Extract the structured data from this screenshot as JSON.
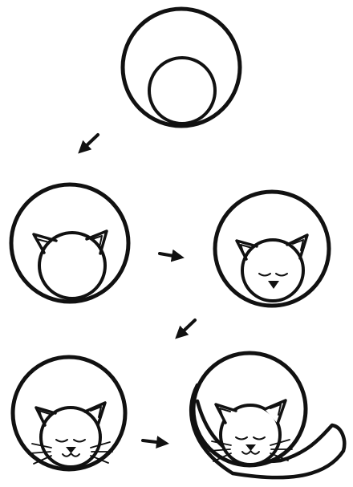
{
  "steps": [
    {
      "id": "step-1",
      "shows": [
        "outer-circle",
        "head-circle"
      ]
    },
    {
      "id": "step-2",
      "shows": [
        "outer-circle",
        "head-circle",
        "ears"
      ]
    },
    {
      "id": "step-3",
      "shows": [
        "outer-circle",
        "head-circle",
        "ears",
        "closed-eyes",
        "nose"
      ]
    },
    {
      "id": "step-4",
      "shows": [
        "outer-circle",
        "head-circle",
        "ears",
        "closed-eyes",
        "nose",
        "smile",
        "whiskers"
      ]
    },
    {
      "id": "step-5",
      "shows": [
        "outer-circle",
        "head-circle",
        "ears",
        "closed-eyes",
        "nose",
        "smile",
        "whiskers",
        "tail"
      ]
    }
  ],
  "arrows": [
    {
      "id": "arrow-1",
      "direction": "down-left"
    },
    {
      "id": "arrow-2",
      "direction": "right"
    },
    {
      "id": "arrow-3",
      "direction": "down-left"
    },
    {
      "id": "arrow-4",
      "direction": "right"
    }
  ],
  "colors": {
    "ink": "#111111",
    "background": "#ffffff"
  }
}
